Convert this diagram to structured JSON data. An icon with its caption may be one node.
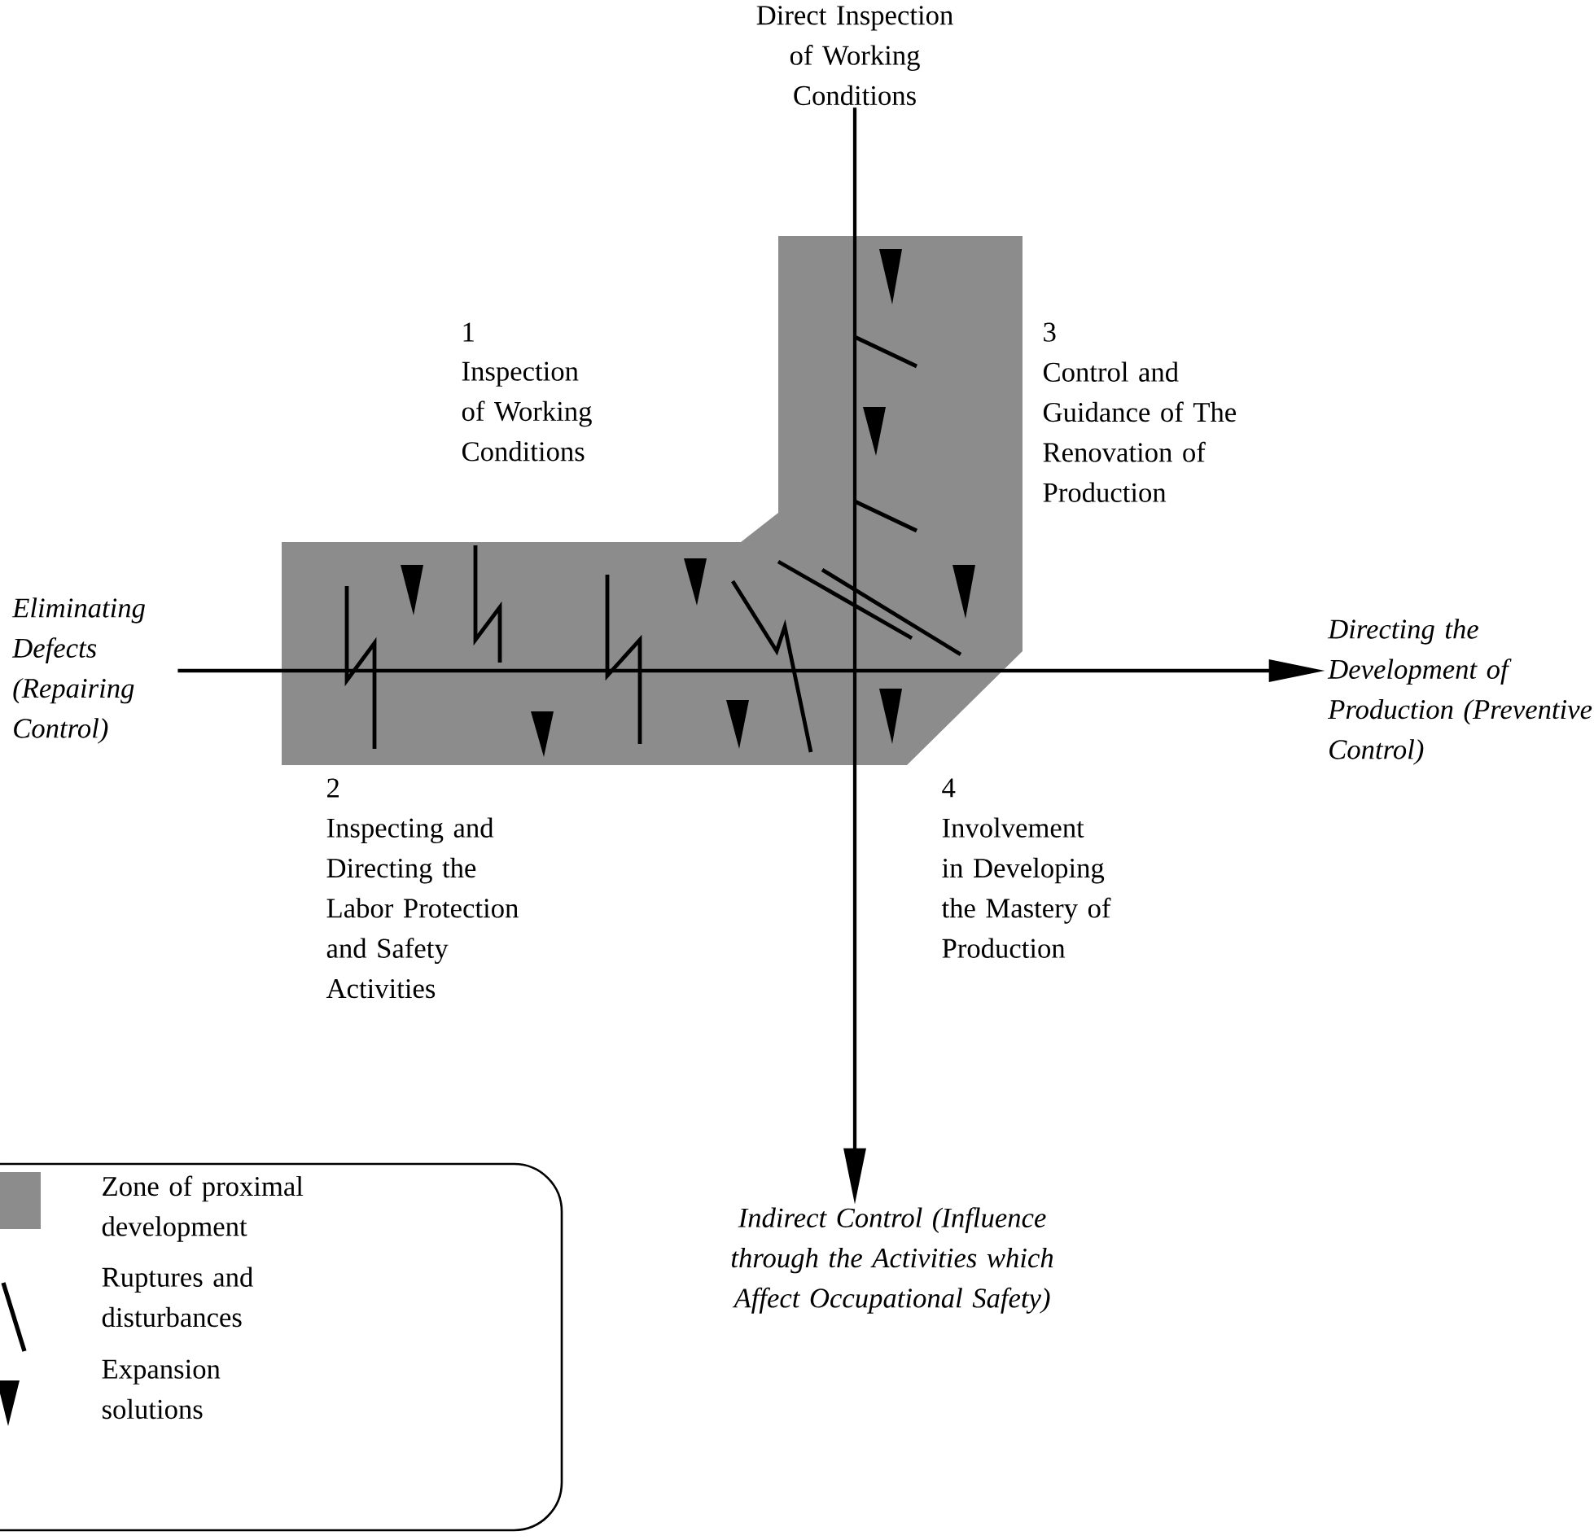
{
  "diagram": {
    "nodes": [
      {
        "text": [
          "Direct Inspection of Working Conditions"
        ]
      },
      {
        "text": [
          "Eliminating Defects (Repairing Control)"
        ]
      },
      {
        "text": [
          "Directing the Development of Production (Preventive Control)"
        ]
      },
      {
        "text": [
          "Indirect Control (Influence through the Activities which Affect Occupational Safety)"
        ]
      }
    ],
    "edges": [
      {
        "from": 1,
        "to": 2,
        "arrow": "to"
      },
      {
        "from": 0,
        "to": 3,
        "arrow": "to"
      }
    ],
    "labels": [
      "1",
      "Inspection of Working Conditions",
      "3",
      "Control and Guidance of The Renovation of Production",
      "2",
      "Inspecting and Directing the Labor Protection and Safety Activities",
      "4",
      "Involvement in Developing the Mastery of Production"
    ],
    "legend": [
      {
        "text": "Zone of proximal development",
        "color": "#8c8c8c"
      },
      {
        "text": "Ruptures and disturbances"
      },
      {
        "text": "Expansion solutions"
      }
    ]
  }
}
